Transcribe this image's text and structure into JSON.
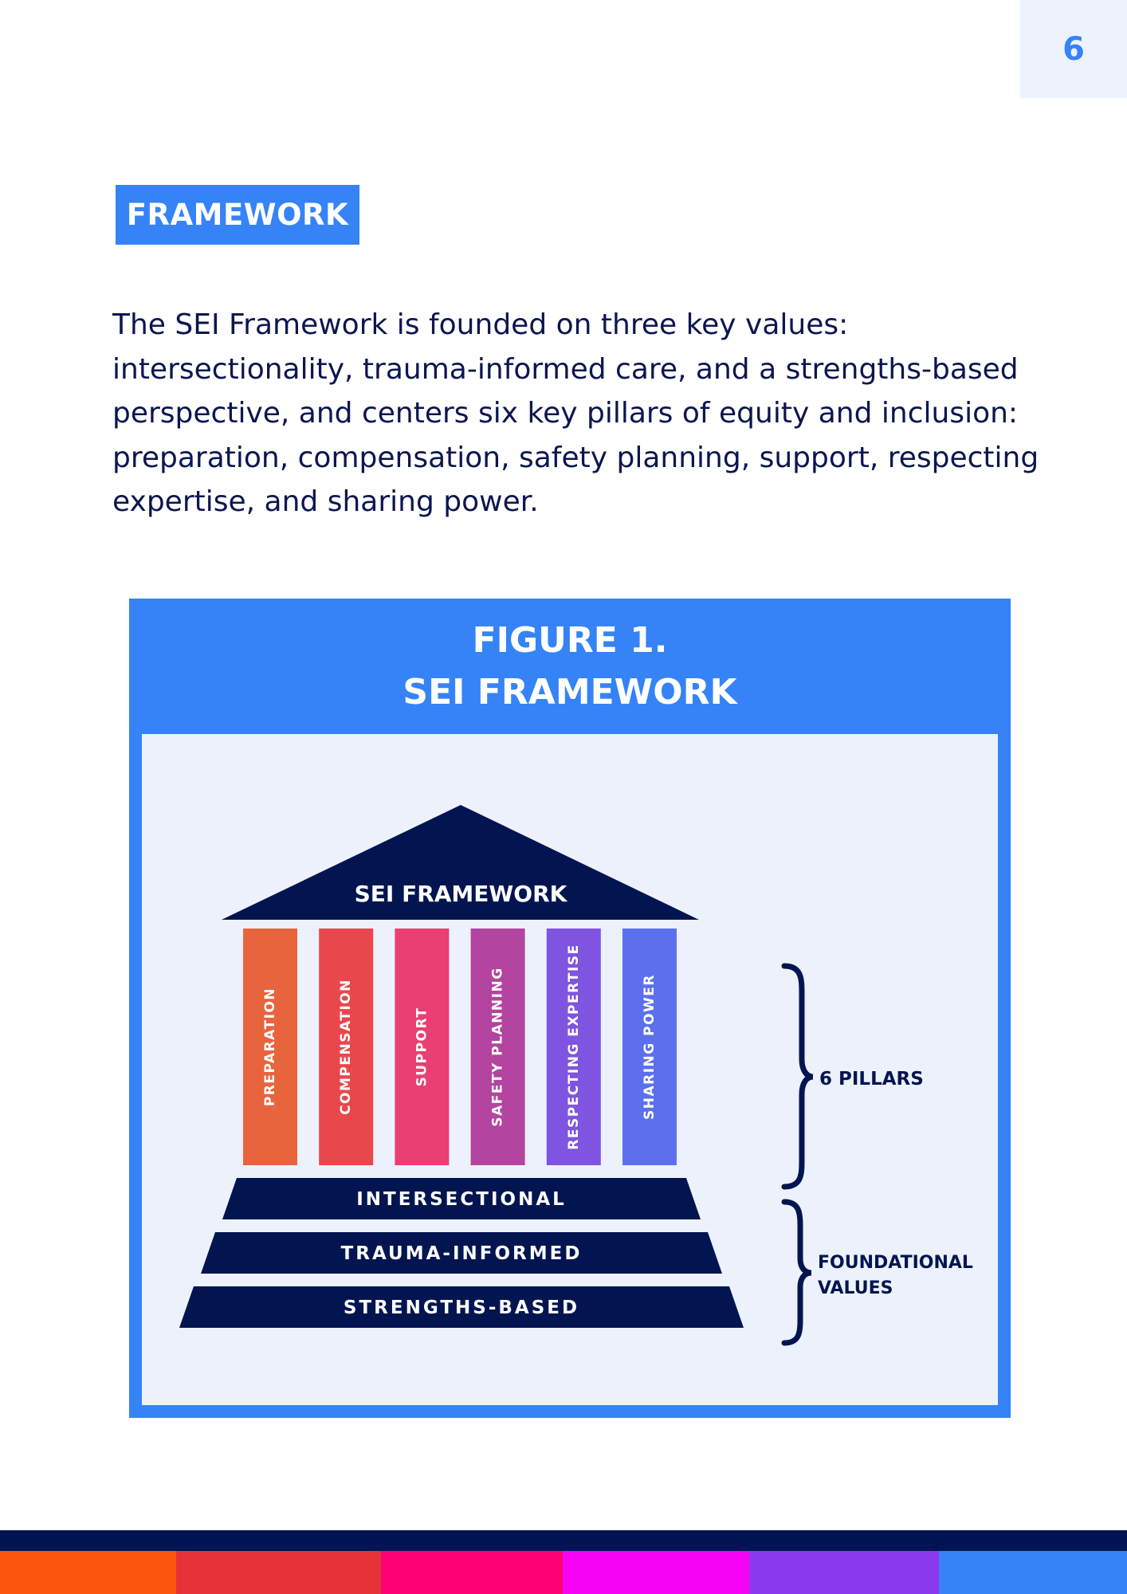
{
  "page_number": "6",
  "section_tag": {
    "label": "FRAMEWORK",
    "color": "#3583f7"
  },
  "intro_text": "The SEI Framework is founded on three key values: intersectionality, trauma-informed care, and a strengths-based perspective, and centers six key pillars of equity and inclusion: preparation, compensation, safety planning, support, respecting expertise, and sharing power.",
  "figure": {
    "title_line1": "FIGURE 1.",
    "title_line2": "SEI FRAMEWORK",
    "roof_label": "SEI FRAMEWORK",
    "pillars": [
      {
        "label": "PREPARATION",
        "color": "#e8643c"
      },
      {
        "label": "COMPENSATION",
        "color": "#e8474c"
      },
      {
        "label": "SUPPORT",
        "color": "#ea3f72"
      },
      {
        "label": "SAFETY PLANNING",
        "color": "#b3449f"
      },
      {
        "label": "RESPECTING EXPERTISE",
        "color": "#7f54e0"
      },
      {
        "label": "SHARING POWER",
        "color": "#5c70ee"
      }
    ],
    "foundations": [
      "INTERSECTIONAL",
      "TRAUMA-INFORMED",
      "STRENGTHS-BASED"
    ],
    "pillars_brace_label": "6 PILLARS",
    "values_brace_label_line1": "FOUNDATIONAL",
    "values_brace_label_line2": "VALUES",
    "navy": "#021551"
  },
  "footer_colors": [
    "#fc560c",
    "#e63238",
    "#fe0275",
    "#f602f5",
    "#8a39ee",
    "#3583f7"
  ]
}
